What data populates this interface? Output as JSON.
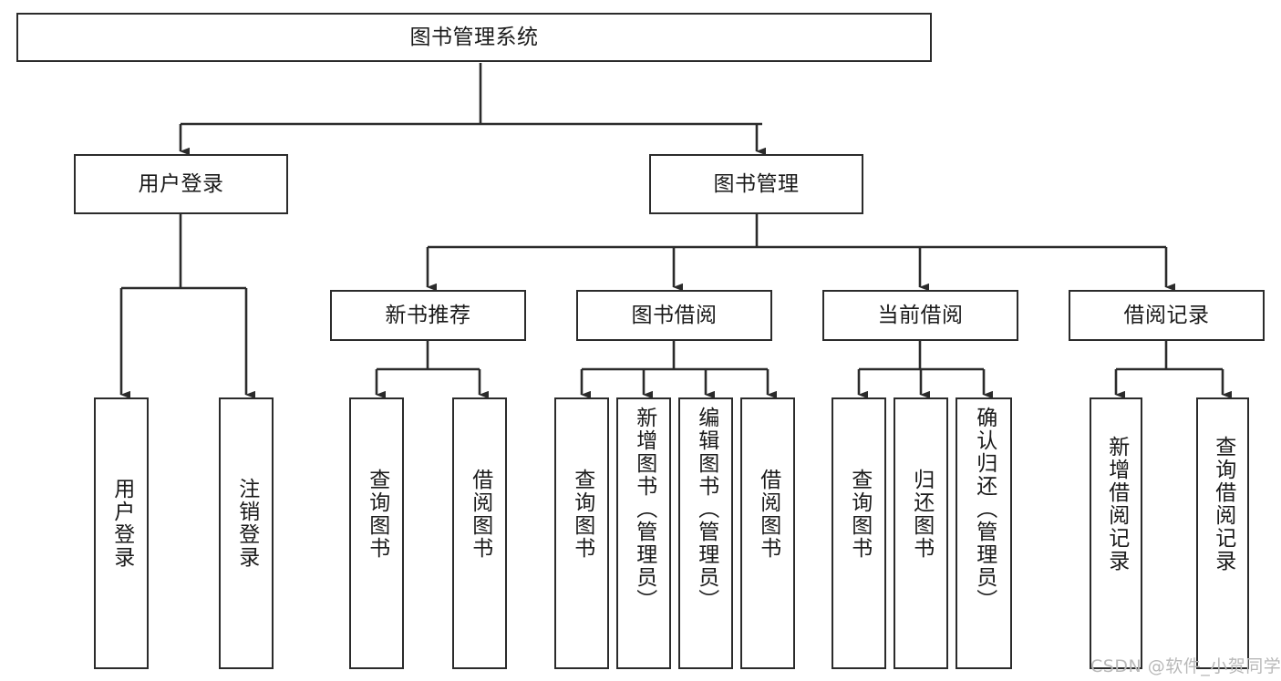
{
  "diagram": {
    "title": "图书管理系统",
    "type": "hierarchy-tree",
    "orientation": "top-down",
    "levels": 4,
    "colors": {
      "box_stroke": "#2b2b2b",
      "box_fill": "#ffffff",
      "connector": "#2b2b2b",
      "text": "#1a1a1a",
      "background": "#ffffff",
      "watermark": "#b9b9b9"
    },
    "root": {
      "id": "root",
      "label": "图书管理系统",
      "orientation": "horizontal"
    },
    "level2": [
      {
        "id": "user-login",
        "label": "用户登录",
        "orientation": "horizontal"
      },
      {
        "id": "book-manage",
        "label": "图书管理",
        "orientation": "horizontal"
      }
    ],
    "level3": [
      {
        "id": "new-book-recommend",
        "label": "新书推荐",
        "orientation": "horizontal",
        "parent": "book-manage"
      },
      {
        "id": "book-borrow",
        "label": "图书借阅",
        "orientation": "horizontal",
        "parent": "book-manage"
      },
      {
        "id": "current-borrow",
        "label": "当前借阅",
        "orientation": "horizontal",
        "parent": "book-manage"
      },
      {
        "id": "borrow-record",
        "label": "借阅记录",
        "orientation": "horizontal",
        "parent": "book-manage"
      }
    ],
    "leaves": [
      {
        "id": "leaf-user-login",
        "label": "用户登录",
        "parent": "user-login",
        "orientation": "vertical"
      },
      {
        "id": "leaf-logout",
        "label": "注销登录",
        "parent": "user-login",
        "orientation": "vertical"
      },
      {
        "id": "leaf-query-book-rec",
        "label": "查询图书",
        "parent": "new-book-recommend",
        "orientation": "vertical"
      },
      {
        "id": "leaf-borrow-book-rec",
        "label": "借阅图书",
        "parent": "new-book-recommend",
        "orientation": "vertical"
      },
      {
        "id": "leaf-query-book-borrow",
        "label": "查询图书",
        "parent": "book-borrow",
        "orientation": "vertical"
      },
      {
        "id": "leaf-add-book",
        "label": "新增图书（管理员）",
        "parent": "book-borrow",
        "orientation": "vertical"
      },
      {
        "id": "leaf-edit-book",
        "label": "编辑图书（管理员）",
        "parent": "book-borrow",
        "orientation": "vertical"
      },
      {
        "id": "leaf-borrow-book",
        "label": "借阅图书",
        "parent": "book-borrow",
        "orientation": "vertical"
      },
      {
        "id": "leaf-query-book-current",
        "label": "查询图书",
        "parent": "current-borrow",
        "orientation": "vertical"
      },
      {
        "id": "leaf-return-book",
        "label": "归还图书",
        "parent": "current-borrow",
        "orientation": "vertical"
      },
      {
        "id": "leaf-confirm-return",
        "label": "确认归还（管理员）",
        "parent": "current-borrow",
        "orientation": "vertical"
      },
      {
        "id": "leaf-add-record",
        "label": "新增借阅记录",
        "parent": "borrow-record",
        "orientation": "vertical"
      },
      {
        "id": "leaf-query-record",
        "label": "查询借阅记录",
        "parent": "borrow-record",
        "orientation": "vertical"
      }
    ],
    "watermark": "CSDN @软件_小贺同学"
  }
}
